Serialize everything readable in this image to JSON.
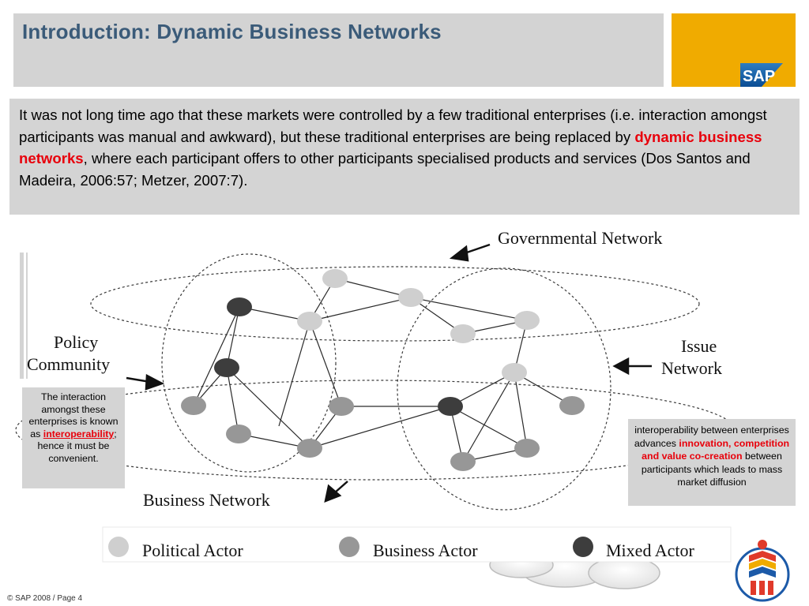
{
  "header": {
    "title": "Introduction: Dynamic Business Networks",
    "brand_logo": "SAP",
    "brand_color": "#f0ab00",
    "title_color": "#3b5b79"
  },
  "intro": {
    "text_before": "It was not long time ago that these markets were controlled by a few traditional enterprises (i.e. interaction amongst participants was manual and awkward), but these traditional enterprises are being replaced by ",
    "highlight": "dynamic business networks",
    "text_after": ", where each participant offers to other participants specialised products and services (Dos Santos and Madeira, 2006:57; Metzer, 2007:7).",
    "highlight_color": "#e8000b"
  },
  "diagram": {
    "labels": {
      "governmental": "Governmental Network",
      "policy_line1": "Policy",
      "policy_line2": "Community",
      "issue_line1": "Issue",
      "issue_line2": "Network",
      "business": "Business Network"
    },
    "legend": [
      {
        "label": "Political Actor",
        "color": "#cfcfcf"
      },
      {
        "label": "Business Actor",
        "color": "#979797"
      },
      {
        "label": "Mixed Actor",
        "color": "#3d3d3d"
      }
    ]
  },
  "callouts": {
    "left": {
      "text_before": "The interaction amongst these enterprises is known as ",
      "highlight": "interoperability",
      "text_after": "; hence it must be convenient."
    },
    "right": {
      "text_before": "interoperability between enterprises advances ",
      "highlight": "innovation, competition and value co-creation",
      "text_after": " between participants which leads to mass market diffusion"
    }
  },
  "footer": {
    "copyright": "© SAP 2008 / Page 4"
  }
}
